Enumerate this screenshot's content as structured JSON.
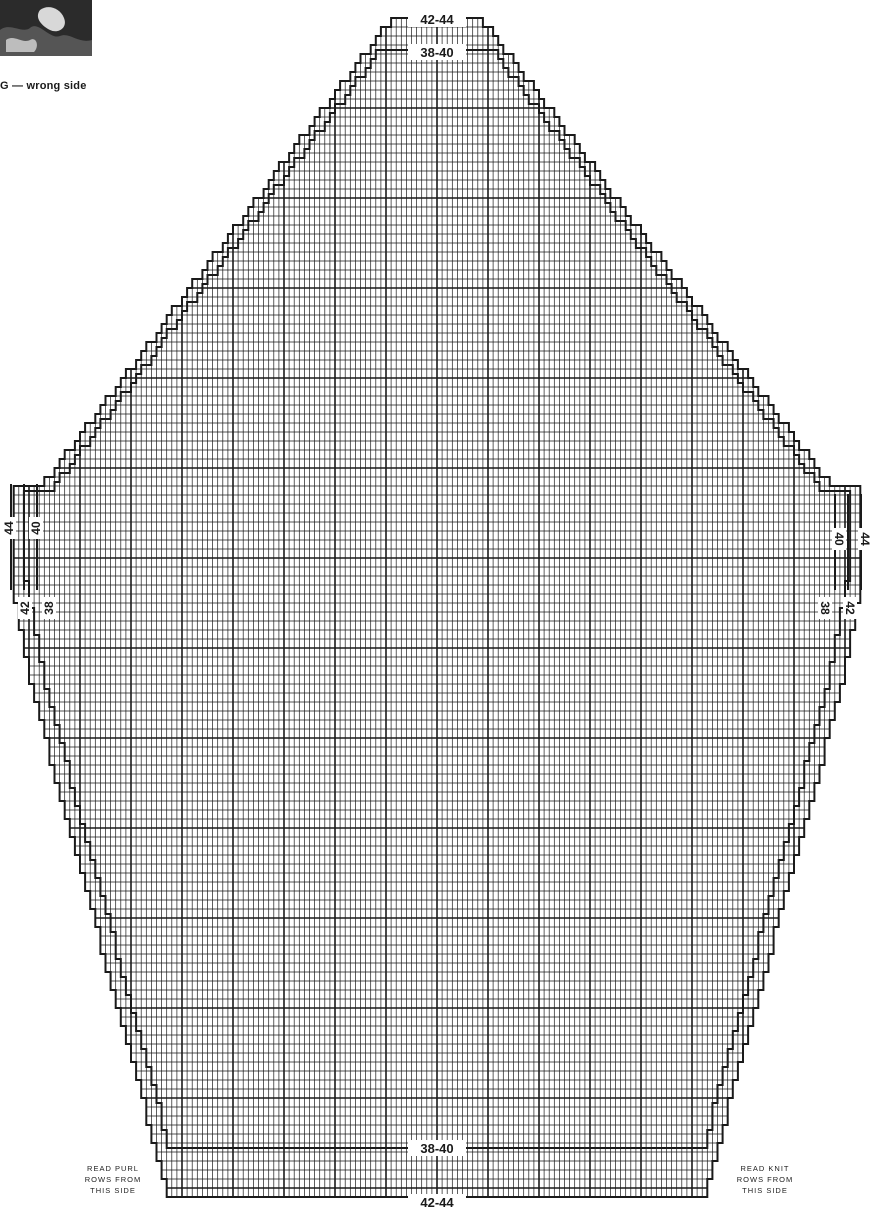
{
  "caption": "G — wrong side",
  "photo": {
    "icon": "photo-fragment-icon"
  },
  "grid": {
    "cell_width": 5.1,
    "cell_height": 9.0,
    "heavy_line_every": 10,
    "line_color": "#1a1a1a",
    "background": "#ffffff"
  },
  "size_labels": {
    "top_outer": "42-44",
    "top_inner": "38-40",
    "bottom_inner": "38-40",
    "bottom_outer": "42-44",
    "left_44": "44",
    "left_40": "40",
    "left_42": "42",
    "left_38": "38",
    "right_44": "44",
    "right_40": "40",
    "right_42": "42",
    "right_38": "38"
  },
  "notes": {
    "left": [
      "READ PURL",
      "ROWS FROM",
      "THIS SIDE"
    ],
    "right": [
      "READ KNIT",
      "ROWS FROM",
      "THIS SIDE"
    ]
  }
}
